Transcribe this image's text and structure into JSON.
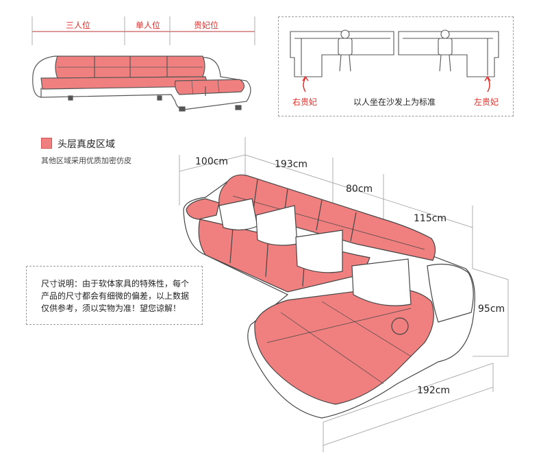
{
  "top_sofa": {
    "seat_labels": [
      "三人位",
      "单人位",
      "贵妃位"
    ]
  },
  "direction_box": {
    "left_label": "右贵妃",
    "caption": "以人坐在沙发上为标准",
    "right_label": "左贵妃"
  },
  "legend": {
    "title": "头层真皮区域",
    "subtitle": "其他区域采用优质加密仿皮"
  },
  "dimensions": {
    "d1": "100cm",
    "d2": "193cm",
    "d3": "80cm",
    "d4": "115cm",
    "d5": "95cm",
    "d6": "192cm"
  },
  "note": {
    "lines": [
      "尺寸说明：由于软体家具的特殊性，每个",
      "产品的尺寸都会有细微的偏差，以上数据",
      "仅供参考，须以实物为准！望您谅解！"
    ]
  },
  "colors": {
    "leather": "#f08080",
    "accent_red": "#e0302b",
    "outline": "#555555"
  }
}
